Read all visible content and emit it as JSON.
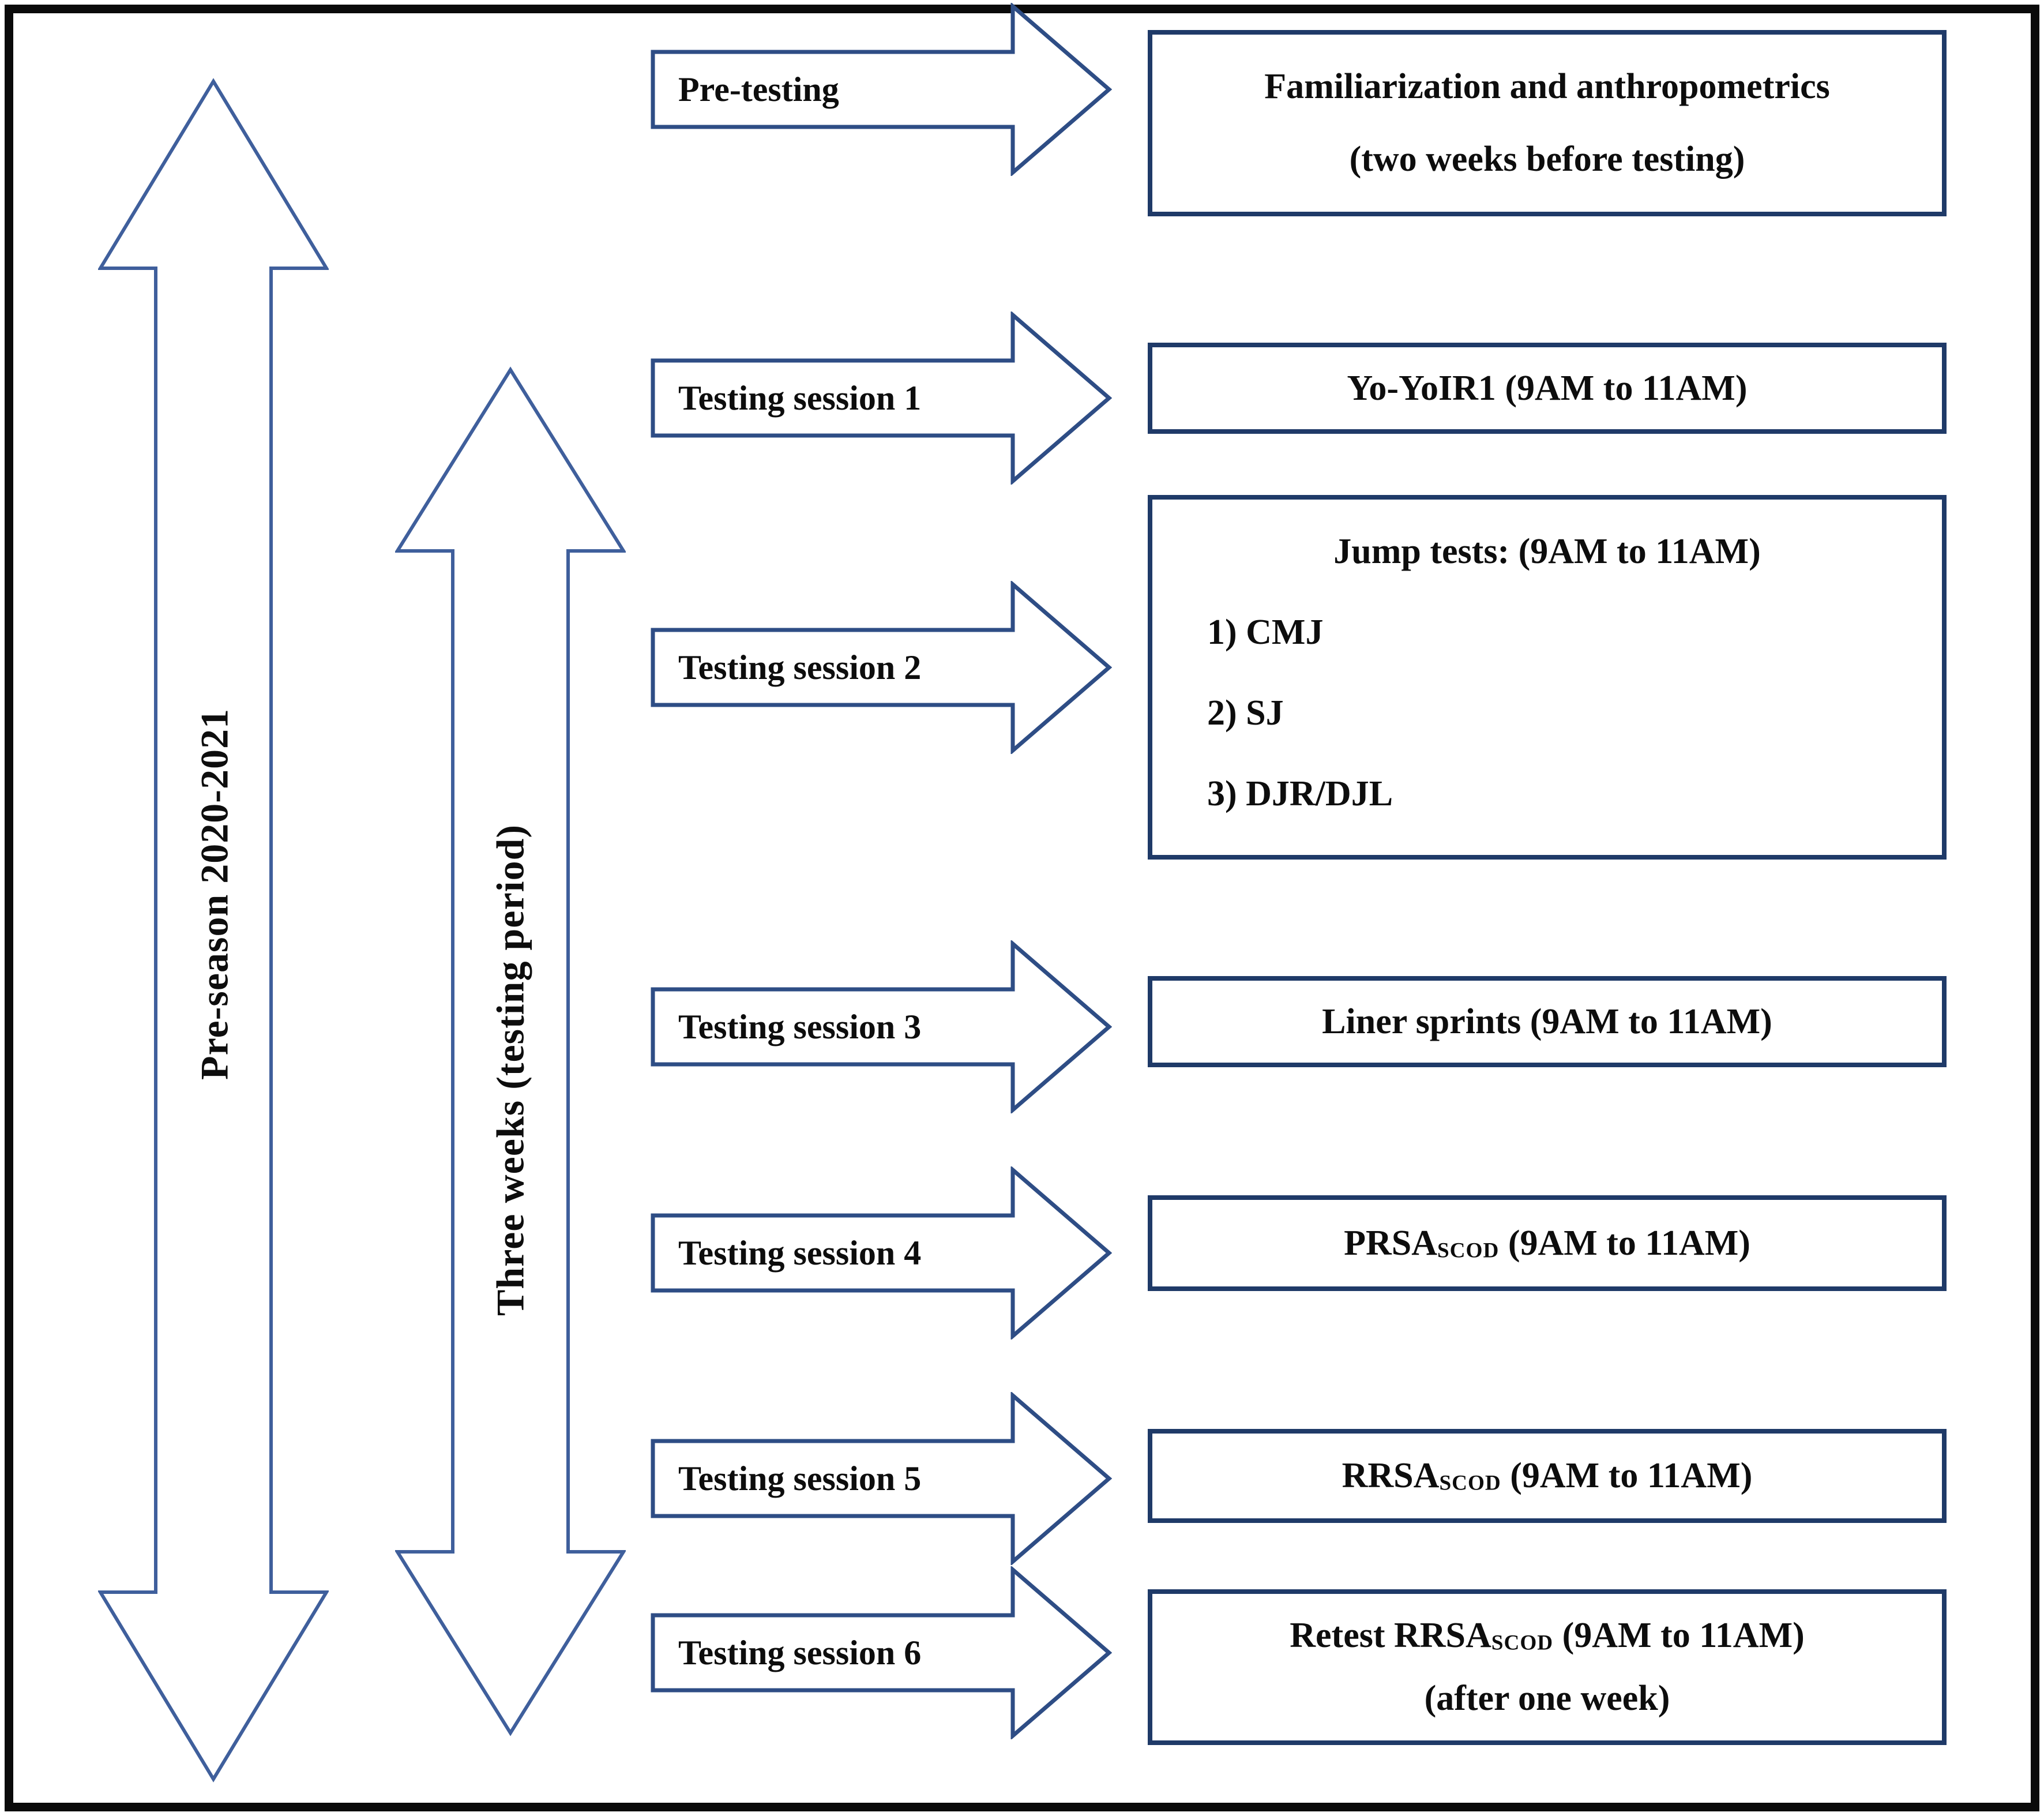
{
  "diagram": {
    "timeline_arrows": [
      {
        "label": "Pre-season 2020-2021"
      },
      {
        "label": "Three weeks (testing period)"
      }
    ],
    "session_arrows": [
      {
        "label": "Pre-testing"
      },
      {
        "label": "Testing session 1"
      },
      {
        "label": "Testing session 2"
      },
      {
        "label": "Testing session 3"
      },
      {
        "label": "Testing session 4"
      },
      {
        "label": "Testing session 5"
      },
      {
        "label": "Testing session 6"
      }
    ],
    "result_boxes": {
      "familiarization": {
        "line1": "Familiarization and anthropometrics",
        "line2": "(two weeks before testing)"
      },
      "yoyo": {
        "text": "Yo-YoIR1 (9AM to 11AM)"
      },
      "jump": {
        "title": "Jump tests: (9AM to 11AM)",
        "items": [
          "1) CMJ",
          "2) SJ",
          "3) DJR/DJL"
        ]
      },
      "sprints": {
        "text": "Liner sprints (9AM to 11AM)"
      },
      "prsa": {
        "prefix": "PRSA",
        "sub": "SCOD",
        "suffix": " (9AM to 11AM)"
      },
      "rrsa": {
        "prefix": "RRSA",
        "sub": "SCOD",
        "suffix": " (9AM to 11AM)"
      },
      "retest": {
        "prefix": "Retest RRSA",
        "sub": "SCOD",
        "suffix": " (9AM to 11AM)",
        "line2": "(after one week)"
      }
    },
    "colors": {
      "vertical_arrow_outline": "#3f5f9c",
      "session_arrow_outline": "#2e4d85",
      "box_border": "#1f3a68",
      "frame": "#0a0a0a",
      "text": "#0d0d0d"
    }
  }
}
